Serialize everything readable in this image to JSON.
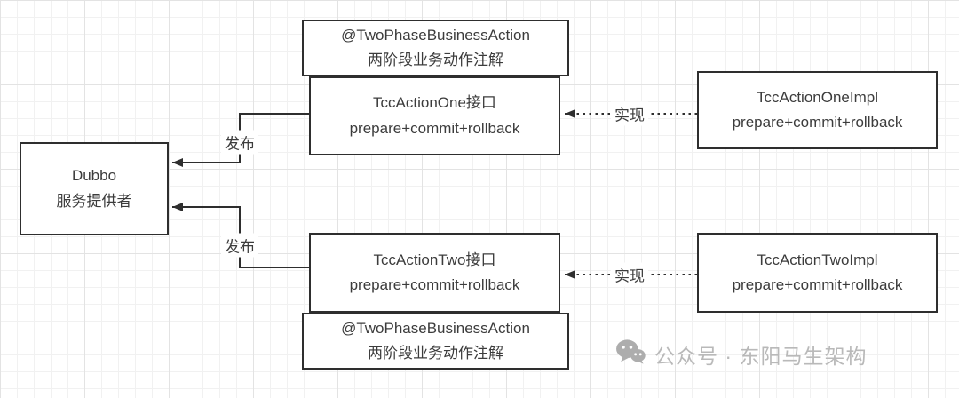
{
  "diagram_title": "TCC two-phase business action publishing diagram",
  "boxes": {
    "annotation_top": {
      "lines": [
        "@TwoPhaseBusinessAction",
        "两阶段业务动作注解"
      ]
    },
    "tcc_action_one": {
      "lines": [
        "TccActionOne接口",
        "prepare+commit+rollback"
      ]
    },
    "tcc_action_one_impl": {
      "lines": [
        "TccActionOneImpl",
        "prepare+commit+rollback"
      ]
    },
    "dubbo": {
      "lines": [
        "Dubbo",
        "服务提供者"
      ]
    },
    "tcc_action_two": {
      "lines": [
        "TccActionTwo接口",
        "prepare+commit+rollback"
      ]
    },
    "annotation_bottom": {
      "lines": [
        "@TwoPhaseBusinessAction",
        "两阶段业务动作注解"
      ]
    },
    "tcc_action_two_impl": {
      "lines": [
        "TccActionTwoImpl",
        "prepare+commit+rollback"
      ]
    }
  },
  "edges": {
    "publish_top": {
      "label": "发布",
      "style": "solid-arrow"
    },
    "publish_bottom": {
      "label": "发布",
      "style": "solid-arrow"
    },
    "implement_top": {
      "label": "实现",
      "style": "dotted-arrow"
    },
    "implement_bottom": {
      "label": "实现",
      "style": "dotted-arrow"
    }
  },
  "watermark": {
    "icon": "wechat-icon",
    "text": "公众号 · 东阳马生架构"
  },
  "colors": {
    "node_border": "#2e2e2e",
    "node_text": "#3c3c3c",
    "edge": "#2e2e2e",
    "grid_minor": "#f1f1f1",
    "grid_major": "#e3e3e3",
    "watermark": "#b9b9b9",
    "background": "#ffffff"
  }
}
